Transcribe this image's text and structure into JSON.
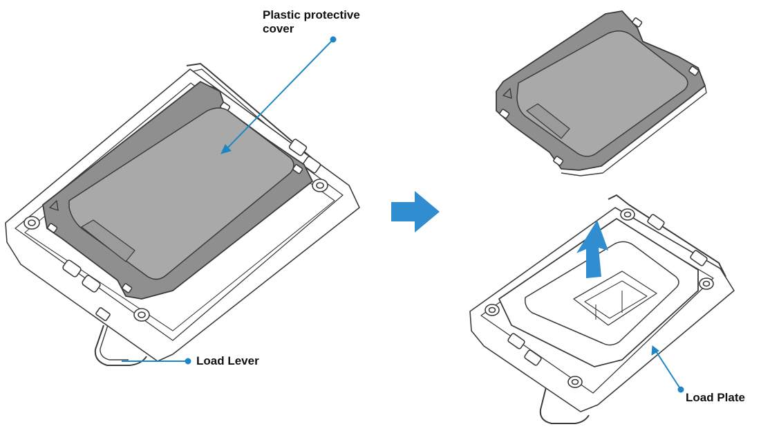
{
  "labels": {
    "cover_line1": "Plastic protective",
    "cover_line2": "cover",
    "lever": "Load Lever",
    "plate": "Load Plate"
  },
  "colors": {
    "callout": "#1f86c4",
    "arrow": "#2f8dd0",
    "outline": "#3a3a3a",
    "cover_fill": "#8f8f8f",
    "cover_inner": "#a9a9a9",
    "metal": "#ffffff"
  },
  "icons": {
    "next_step": "right-arrow-icon",
    "lift": "up-arrow-icon",
    "screw": "torx-screw-icon"
  }
}
